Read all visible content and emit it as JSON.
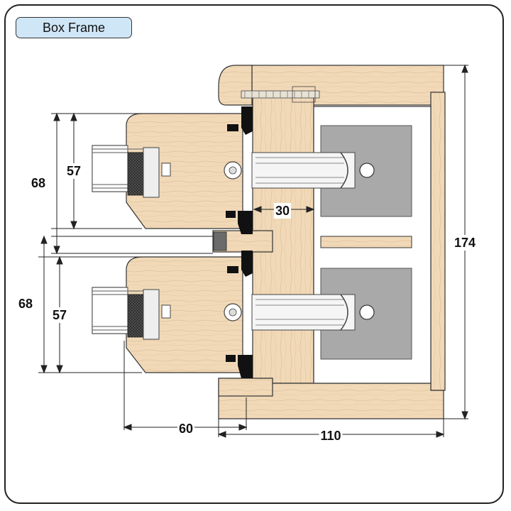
{
  "title": "Box Frame",
  "colors": {
    "wood": "#f1d9b8",
    "wood_grain": "#dcb98f",
    "white_panel": "#ffffff",
    "weight": "#a9a9a9",
    "seal": "#111111",
    "glass": "#8a8a8a",
    "outline": "#333333"
  },
  "dimensions": {
    "upper_sash_overall": "68",
    "upper_sash_glass": "57",
    "lower_sash_overall": "68",
    "lower_sash_glass": "57",
    "bead_depth": "30",
    "box_height": "174",
    "sash_projection": "60",
    "box_width": "110"
  }
}
